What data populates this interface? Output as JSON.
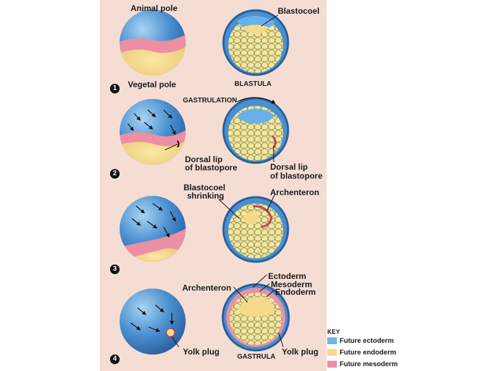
{
  "colors": {
    "panel": "#f5ddd3",
    "ectoderm": "#5b9bd5",
    "endoderm": "#f7d98b",
    "mesoderm": "#ec8fa4"
  },
  "labels": {
    "animal_pole": "Animal pole",
    "vegetal_pole": "Vegetal pole",
    "blastocoel": "Blastocoel",
    "blastula": "Blastula",
    "gastrulation": "Gastrulation",
    "dorsal_lip_left_1": "Dorsal lip",
    "dorsal_lip_left_2": "of blastopore",
    "dorsal_lip_right_1": "Dorsal lip",
    "dorsal_lip_right_2": "of blastopore",
    "blastocoel_shrinking_1": "Blastocoel",
    "blastocoel_shrinking_2": "shrinking",
    "archenteron_top": "Archenteron",
    "archenteron_bottom": "Archenteron",
    "ectoderm": "Ectoderm",
    "mesoderm": "Mesoderm",
    "endoderm": "Endoderm",
    "yolk_plug_left": "Yolk plug",
    "yolk_plug_right": "Yolk plug",
    "gastrula": "Gastrula"
  },
  "steps": [
    "1",
    "2",
    "3",
    "4"
  ],
  "key": {
    "title": "Key",
    "items": [
      {
        "label": "Future ectoderm",
        "color": "#6fb7e6"
      },
      {
        "label": "Future endoderm",
        "color": "#f7d98b"
      },
      {
        "label": "Future mesoderm",
        "color": "#ec8fa4"
      }
    ]
  }
}
